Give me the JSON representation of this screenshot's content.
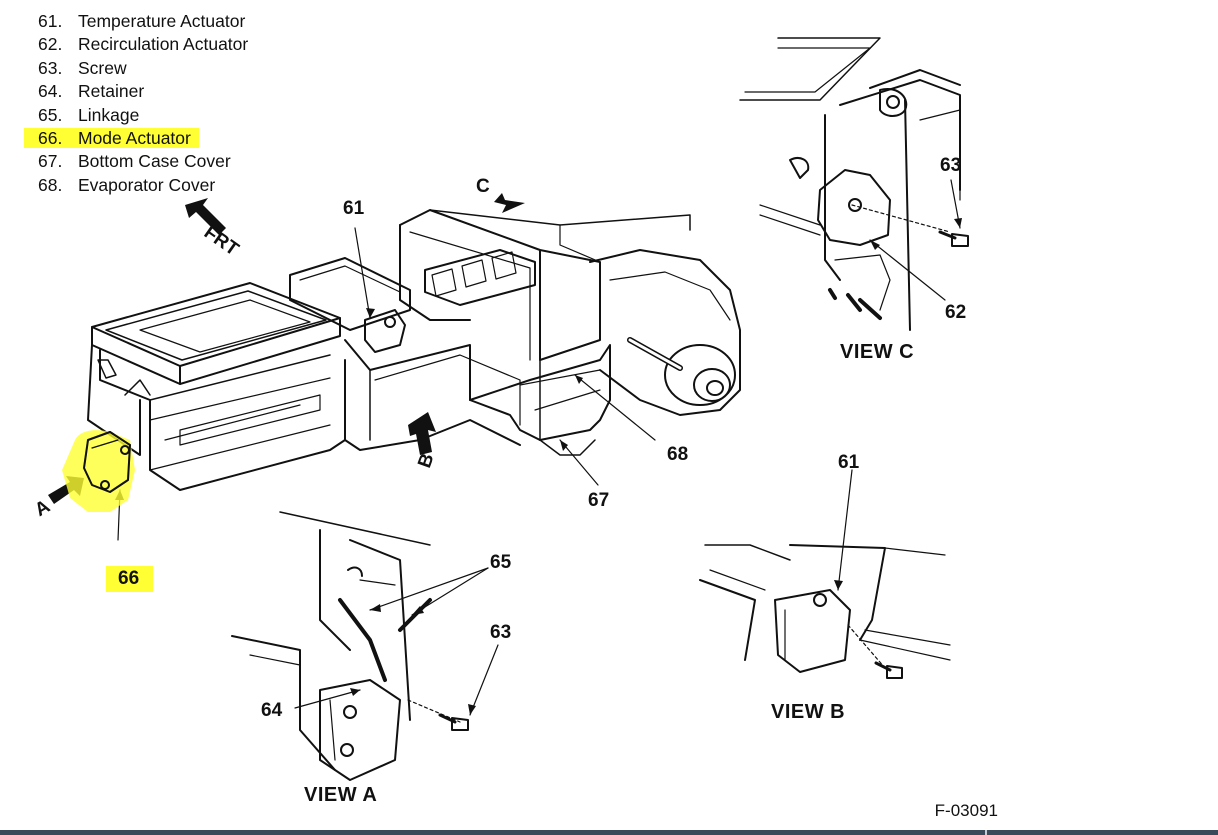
{
  "legend": [
    {
      "num": "61.",
      "text": "Temperature Actuator"
    },
    {
      "num": "62.",
      "text": "Recirculation Actuator"
    },
    {
      "num": "63.",
      "text": "Screw"
    },
    {
      "num": "64.",
      "text": "Retainer"
    },
    {
      "num": "65.",
      "text": "Linkage"
    },
    {
      "num": "66.",
      "text": "Mode Actuator",
      "highlighted": true
    },
    {
      "num": "67.",
      "text": "Bottom Case Cover"
    },
    {
      "num": "68.",
      "text": "Evaporator Cover"
    }
  ],
  "callouts": {
    "c61_main": "61",
    "c61_viewb": "61",
    "c62": "62",
    "c63_viewc": "63",
    "c63_viewa": "63",
    "c64": "64",
    "c65": "65",
    "c66": "66",
    "c67": "67",
    "c68": "68"
  },
  "arrows": {
    "frt": "FRT",
    "a": "A",
    "b": "B",
    "c": "C"
  },
  "views": {
    "a": "VIEW A",
    "b": "VIEW B",
    "c": "VIEW C"
  },
  "figure_id": "F-03091",
  "colors": {
    "highlight": "#ffff33",
    "line": "#111111"
  }
}
